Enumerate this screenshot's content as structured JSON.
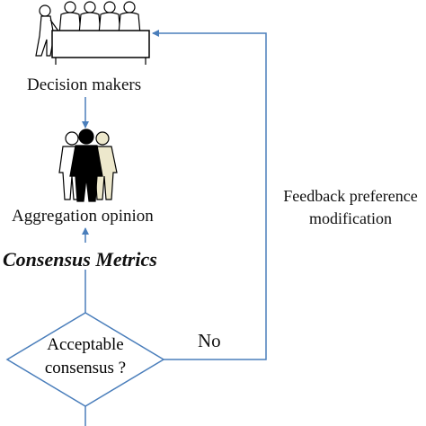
{
  "nodes": {
    "decision_makers": "Decision makers",
    "aggregation": "Aggregation opinion",
    "consensus_metrics": "Consensus Metrics",
    "decision": {
      "line1": "Acceptable",
      "line2": "consensus ?"
    }
  },
  "edges": {
    "no_label": "No",
    "feedback_line1": "Feedback preference",
    "feedback_line2": "modification"
  },
  "icons": {
    "decision_makers": "people-at-table-icon",
    "aggregation": "people-group-icon"
  },
  "colors": {
    "connector": "#4a7ebb",
    "outline": "#000000"
  }
}
